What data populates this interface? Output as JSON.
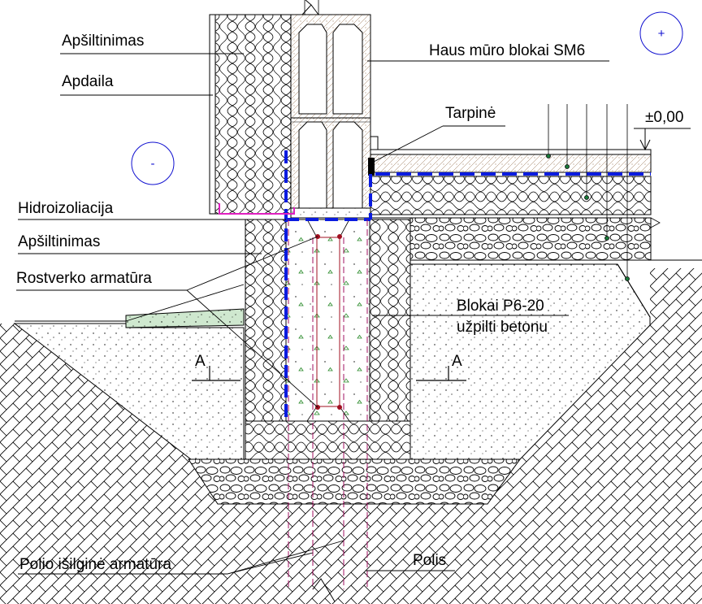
{
  "labels": {
    "apsiltinimas_top": "Apšiltinimas",
    "apdaila": "Apdaila",
    "haus": "Haus mūro blokai SM6",
    "tarpine": "Tarpinė",
    "level": "±0,00",
    "hidroizoliacija": "Hidroizoliacija",
    "apsiltinimas_mid": "Apšiltinimas",
    "rostverko": "Rostverko armatūra",
    "blokai_line1": "Blokai P6-20",
    "blokai_line2": "užpilti betonu",
    "section_left": "A",
    "section_right": "A",
    "polio": "Polio išilginė armatūra",
    "polis": "Polis"
  },
  "symbols": {
    "plus": "+",
    "minus": "-"
  },
  "colors": {
    "line": "#000000",
    "waterproofing": "#0a1be0",
    "magenta": "#e020c0",
    "rebar": "#a01020",
    "symbol": "#1010d0",
    "green_fill": "#8fc38f"
  }
}
